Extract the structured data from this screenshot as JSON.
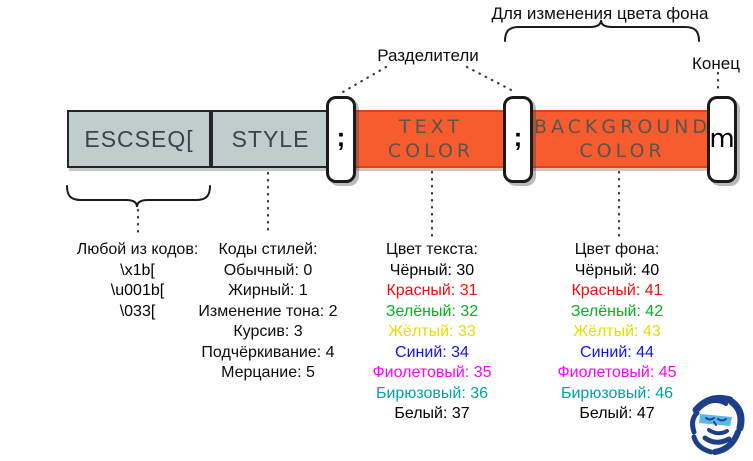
{
  "annotations": {
    "background_label": "Для изменения цвета фона",
    "separators_label": "Разделители",
    "end_label": "Конец"
  },
  "bar": {
    "escseq": "ESCSEQ[",
    "style": "STYLE",
    "separator1": ";",
    "separator2": ";",
    "text_color": [
      "TEXT",
      "COLOR"
    ],
    "background_color": [
      "BACKGROUND",
      "COLOR"
    ],
    "end_char": "m"
  },
  "palette": {
    "gray_segment": "#bfcecd",
    "orange_segment": "#f65c2e",
    "logo_navy": "#1e3e8c",
    "logo_lightblue": "#57b8ea"
  },
  "lists": {
    "esc_codes": {
      "title": "Любой из кодов:",
      "items": [
        {
          "label": "\\x1b[",
          "color": "#000000"
        },
        {
          "label": "\\u001b[",
          "color": "#000000"
        },
        {
          "label": "\\033[",
          "color": "#000000"
        }
      ]
    },
    "style_codes": {
      "title": "Коды стилей:",
      "items": [
        {
          "label": "Обычный: 0",
          "color": "#000000"
        },
        {
          "label": "Жирный: 1",
          "color": "#000000"
        },
        {
          "label": "Изменение тона: 2",
          "color": "#000000"
        },
        {
          "label": "Курсив: 3",
          "color": "#000000"
        },
        {
          "label": "Подчёркивание: 4",
          "color": "#000000"
        },
        {
          "label": "Мерцание: 5",
          "color": "#000000"
        }
      ]
    },
    "text_colors": {
      "title": "Цвет текста:",
      "items": [
        {
          "label": "Чёрный: 30",
          "color": "#000000"
        },
        {
          "label": "Красный: 31",
          "color": "#f40b0b"
        },
        {
          "label": "Зелёный: 32",
          "color": "#00b41e"
        },
        {
          "label": "Жёлтый: 33",
          "color": "#e6de00"
        },
        {
          "label": "Синий: 34",
          "color": "#1212ee"
        },
        {
          "label": "Фиолетовый: 35",
          "color": "#ff00ff"
        },
        {
          "label": "Бирюзовый: 36",
          "color": "#00a6a6"
        },
        {
          "label": "Белый: 37",
          "color": "#000000"
        }
      ]
    },
    "bg_colors": {
      "title": "Цвет фона:",
      "items": [
        {
          "label": "Чёрный: 40",
          "color": "#000000"
        },
        {
          "label": "Красный: 41",
          "color": "#f40b0b"
        },
        {
          "label": "Зелёный: 42",
          "color": "#00b41e"
        },
        {
          "label": "Жёлтый: 43",
          "color": "#e6de00"
        },
        {
          "label": "Синий: 44",
          "color": "#1212ee"
        },
        {
          "label": "Фиолетовый: 45",
          "color": "#ff00ff"
        },
        {
          "label": "Бирюзовый: 46",
          "color": "#00a6a6"
        },
        {
          "label": "Белый: 47",
          "color": "#000000"
        }
      ]
    }
  }
}
